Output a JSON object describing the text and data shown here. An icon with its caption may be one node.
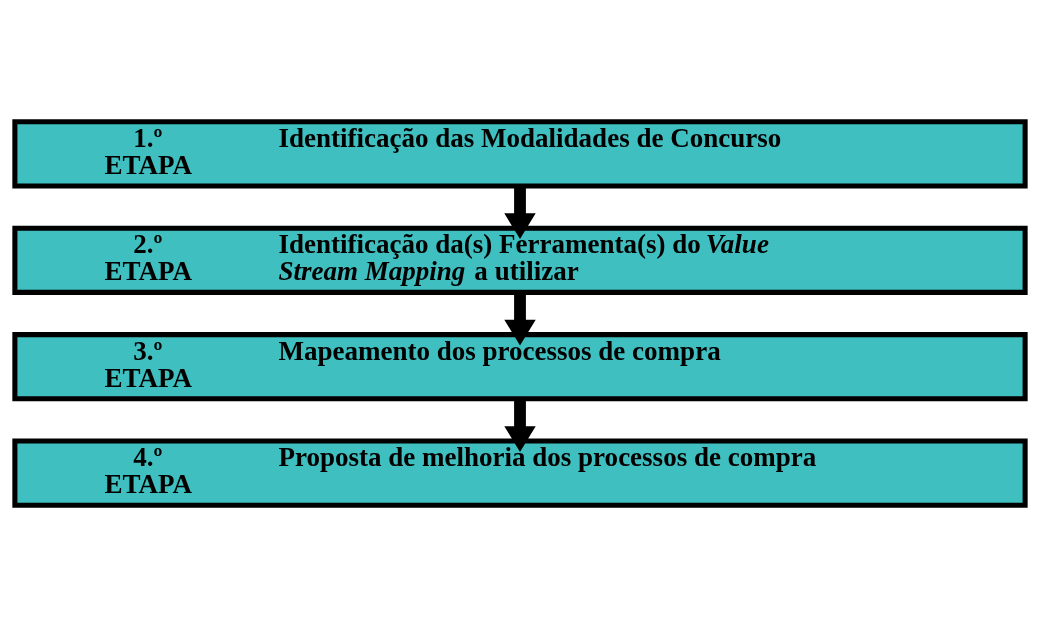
{
  "diagram": {
    "nodes": [
      {
        "text": [
          "1.º ETAPA",
          "Identificação das Modalidades de Concurso"
        ]
      },
      {
        "text": [
          "2.º ETAPA",
          "Identificação da(s) Ferramenta(s) do *Value Stream Mapping* a utilizar"
        ]
      },
      {
        "text": [
          "3.º ETAPA",
          "Mapeamento dos processos de compra"
        ]
      },
      {
        "text": [
          "4.º ETAPA",
          "Proposta de melhoria dos processos de compra"
        ]
      }
    ],
    "edges": [
      {
        "from": 0,
        "to": 1,
        "arrow": "to"
      },
      {
        "from": 1,
        "to": 2,
        "arrow": "to"
      },
      {
        "from": 2,
        "to": 3,
        "arrow": "to"
      }
    ]
  }
}
